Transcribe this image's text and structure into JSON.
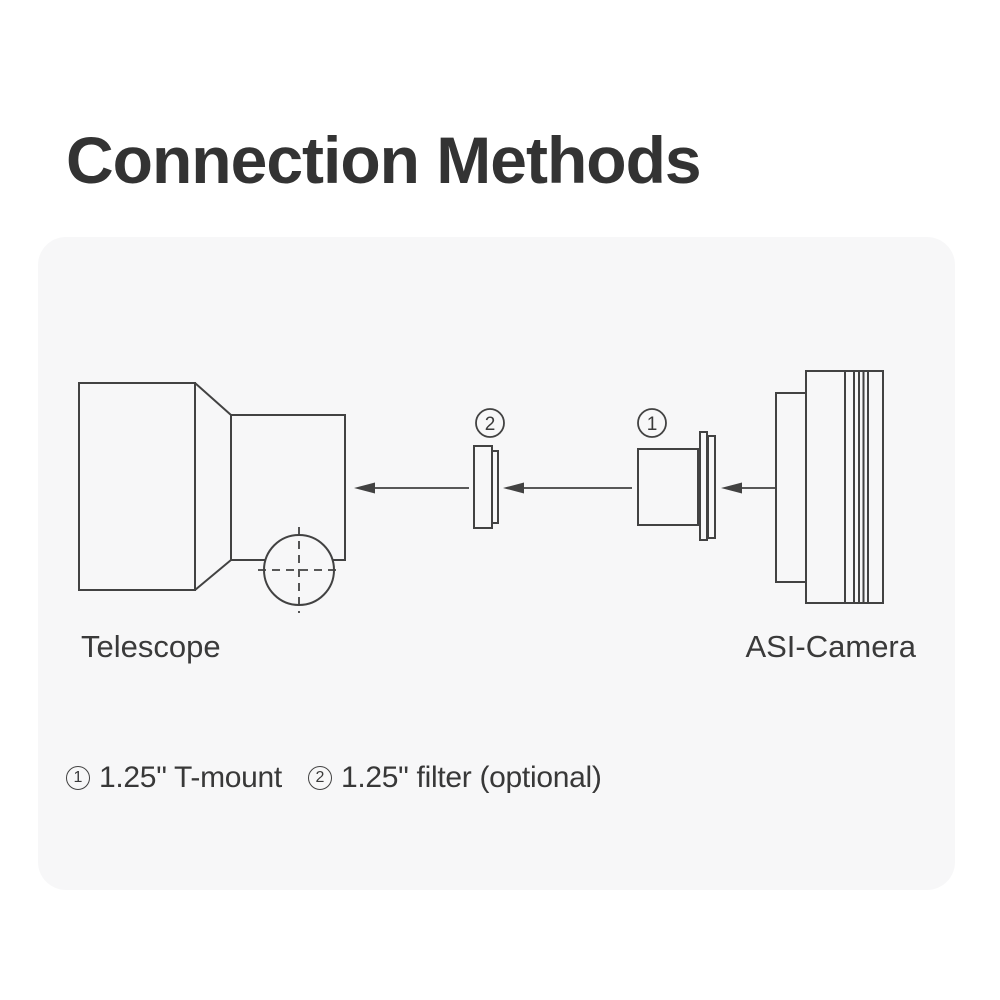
{
  "page": {
    "title": "Connection Methods"
  },
  "diagram": {
    "telescope_label": "Telescope",
    "camera_label": "ASI-Camera",
    "filter_marker": "2",
    "tmount_marker": "1"
  },
  "legend": {
    "items": [
      {
        "marker": "1",
        "text": "1.25\" T-mount"
      },
      {
        "marker": "2",
        "text": "1.25\" filter (optional)"
      }
    ]
  },
  "colors": {
    "background": "#ffffff",
    "panel_background": "#f7f7f8",
    "line": "#424242",
    "title_text": "#333333",
    "label_text": "#3a3a3a"
  }
}
